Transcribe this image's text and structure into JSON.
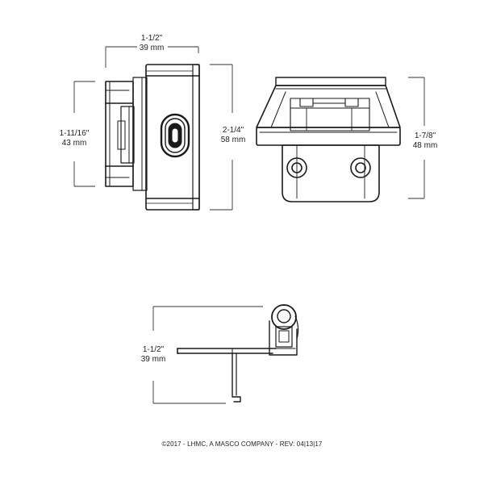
{
  "dimensions": {
    "front_width": {
      "imperial": "1-1/2\"",
      "metric": "39 mm"
    },
    "front_left_height": {
      "imperial": "1-11/16\"",
      "metric": "43 mm"
    },
    "front_right_height": {
      "imperial": "2-1/4\"",
      "metric": "58 mm"
    },
    "side_height": {
      "imperial": "1-7/8\"",
      "metric": "48 mm"
    },
    "bottom_height": {
      "imperial": "1-1/2\"",
      "metric": "39 mm"
    }
  },
  "footer": {
    "copyright": "©2017 - LHMC, A MASCO COMPANY - REV: 04|13|17"
  },
  "colors": {
    "line": "#1a1a1a",
    "dim_line": "#333333",
    "background": "#ffffff"
  }
}
